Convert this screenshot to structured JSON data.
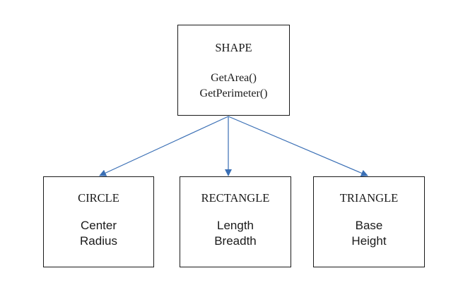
{
  "colors": {
    "arrow": "#3a6fb5",
    "box_border": "#1a1a1a",
    "text": "#1a1a1a"
  },
  "parent": {
    "title": "SHAPE",
    "methods": [
      "GetArea()",
      "GetPerimeter()"
    ]
  },
  "children": [
    {
      "title": "CIRCLE",
      "attributes": [
        "Center",
        "Radius"
      ]
    },
    {
      "title": "RECTANGLE",
      "attributes": [
        "Length",
        "Breadth"
      ]
    },
    {
      "title": "TRIANGLE",
      "attributes": [
        "Base",
        "Height"
      ]
    }
  ]
}
